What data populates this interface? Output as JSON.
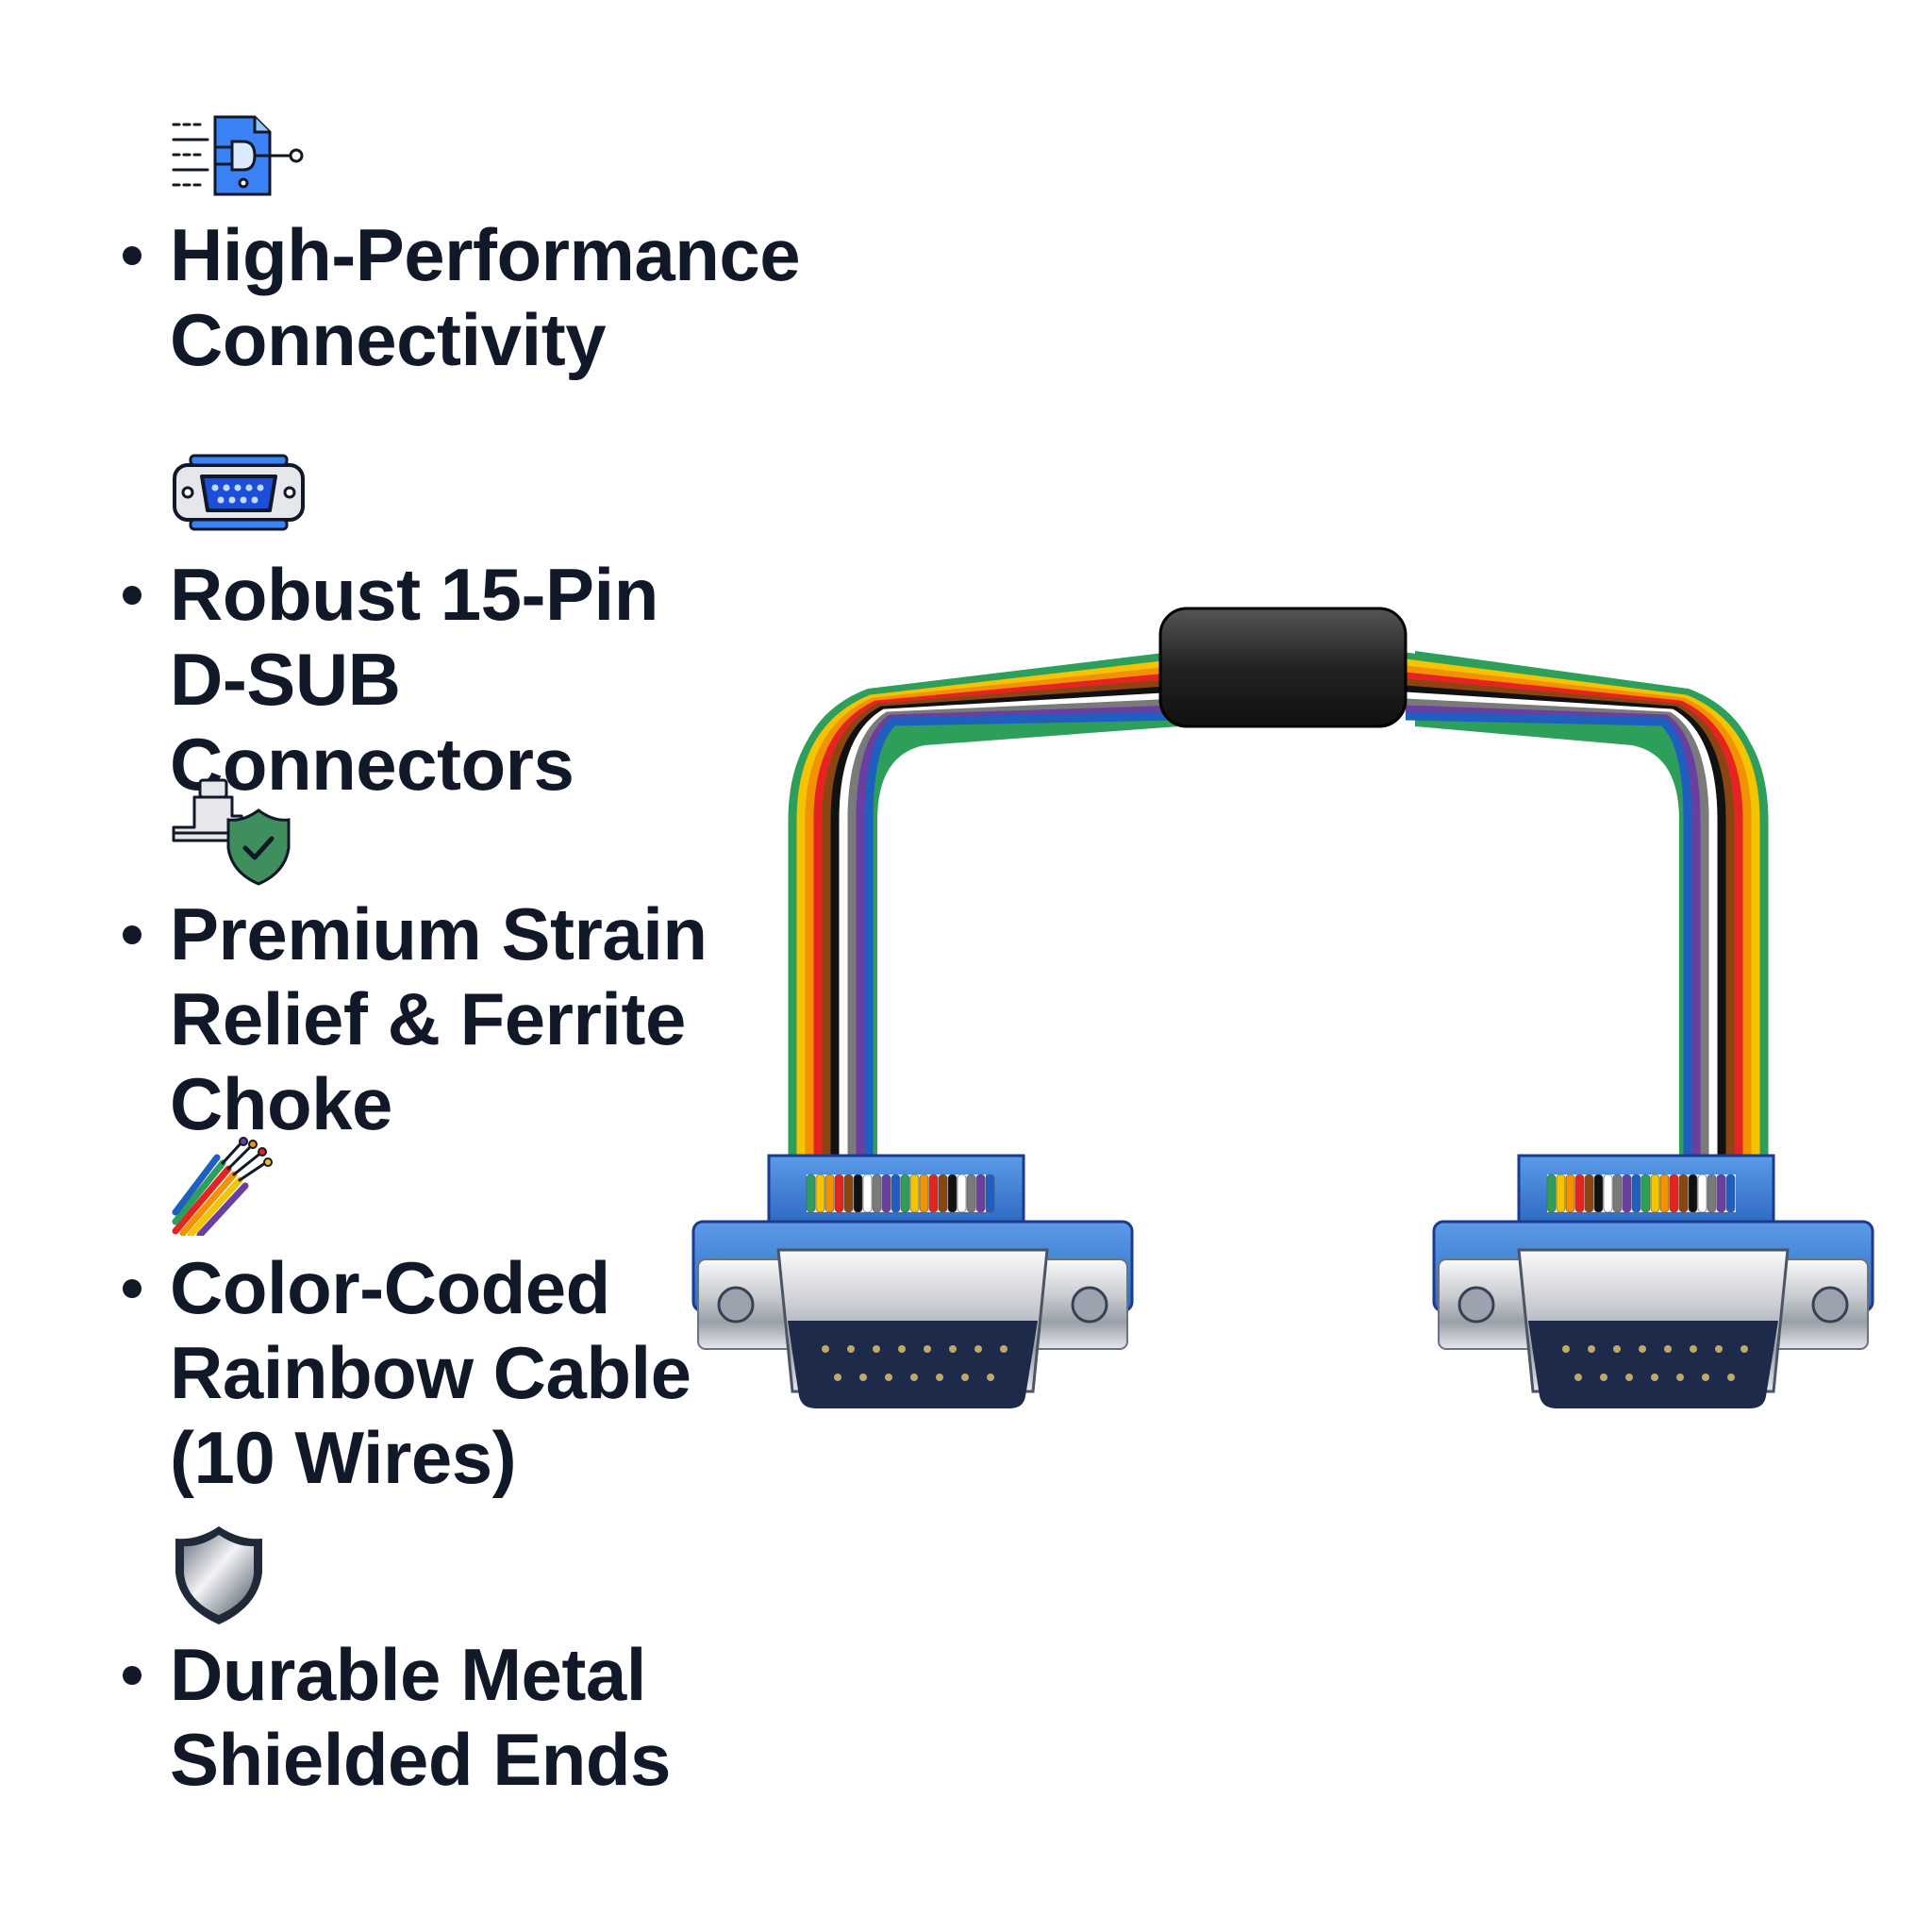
{
  "features": [
    {
      "icon": "schematic-document-icon",
      "text": "High-Performance\nConnectivity"
    },
    {
      "icon": "d-sub-port-icon",
      "text": "Robust 15-Pin\nD-SUB Connectors"
    },
    {
      "icon": "strain-relief-shield-icon",
      "text": "Premium Strain\nRelief & Ferrite\nChoke"
    },
    {
      "icon": "rainbow-wires-icon",
      "text": "Color-Coded\nRainbow Cable\n(10 Wires)"
    },
    {
      "icon": "metal-shield-icon",
      "text": "Durable Metal\nShielded Ends"
    }
  ],
  "colors": {
    "text": "#111827",
    "icon_blue": "#3b82f6",
    "connector_blue": "#3f7fd6",
    "ferrite": "#2b2b2b",
    "rainbow": [
      "#2e9e5b",
      "#f5c400",
      "#f39200",
      "#e52421",
      "#8b4513",
      "#111111",
      "#ffffff",
      "#7a7a7a",
      "#6b3fa0",
      "#1f5fbf"
    ]
  }
}
